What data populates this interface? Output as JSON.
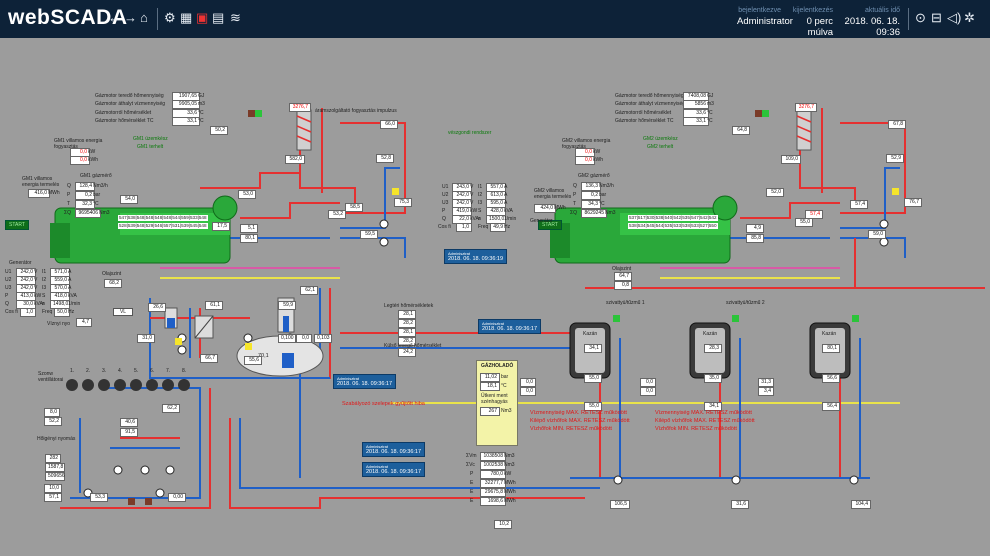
{
  "app": {
    "logo": "webSCADA"
  },
  "toolbar": {
    "nav_icons": [
      "←",
      "→",
      "⌂"
    ],
    "tool_icons": [
      "⚙",
      "▦",
      "▣",
      "▤",
      "≋"
    ],
    "right_icons": [
      "⊙",
      "⊟",
      "◁)",
      "✲"
    ]
  },
  "status": {
    "user_label": "bejelentkezve",
    "user_value": "Administrator",
    "logout_label": "kijelentkezés",
    "logout_value": "0 perc múlva",
    "time_label": "aktuális idő",
    "time_value": "2018. 06. 18. 09:36"
  },
  "left_unit": {
    "gas": [
      {
        "label": "Gázmotor teredő hőmennyiség",
        "value": "1907,65",
        "unit": "GJ"
      },
      {
        "label": "Gázmotor áthalyt vízmennyiség",
        "value": "9905,05",
        "unit": "m3"
      },
      {
        "label": "Gázmotorról hőmérséklet",
        "value": "33,6",
        "unit": "°C"
      },
      {
        "label": "Gázmotor hőmérséklet TC",
        "value": "33,1",
        "unit": "°C"
      }
    ],
    "energy_title": "GM1 villamos energia fogyasztás",
    "energy": [
      {
        "value": "0,0",
        "unit": "kW"
      },
      {
        "value": "0,0",
        "unit": "kWh"
      }
    ],
    "state1": "GM1 üzemkész",
    "state2": "GM1 terhelt",
    "produce_title": "GM1 villamos energia termelés",
    "produce_value": "416,0",
    "produce_unit": "MWh",
    "gm_title": "GM1 gázmérő",
    "gm": [
      {
        "k": "Q",
        "v": "128,4",
        "u": "Nm3/h"
      },
      {
        "k": "P",
        "v": "0,2",
        "u": "bar"
      },
      {
        "k": "T",
        "v": "32,3",
        "u": "°C"
      },
      {
        "k": "ΣQ",
        "v": "9695406",
        "u": "Nm3"
      }
    ],
    "gen_title": "Generátor",
    "gen": [
      {
        "a": "U1",
        "av": "242,0",
        "au": "V",
        "b": "I1",
        "bv": "571,0",
        "bu": "A"
      },
      {
        "a": "U2",
        "av": "242,0",
        "au": "V",
        "b": "I2",
        "bv": "559,0",
        "bu": "A"
      },
      {
        "a": "U3",
        "av": "242,0",
        "au": "V",
        "b": "I3",
        "bv": "570,0",
        "bu": "A"
      },
      {
        "a": "P",
        "av": "413,0",
        "au": "kW",
        "b": "S",
        "bv": "418,0",
        "bu": "kVA"
      },
      {
        "a": "Q",
        "av": "30,0",
        "au": "kVAr",
        "b": "n",
        "bv": "1498,0",
        "bu": "1/min"
      },
      {
        "a": "Cos fi",
        "av": "1,0",
        "au": "",
        "b": "Freq",
        "bv": "50,0",
        "bu": "Hz"
      }
    ],
    "start_label": "START",
    "cyl_a": [
      "547",
      "538",
      "548",
      "548",
      "548",
      "548",
      "544",
      "559",
      "533",
      "548"
    ],
    "cyl_b": [
      "528",
      "539",
      "548",
      "529",
      "546",
      "557",
      "531",
      "539",
      "545",
      "548"
    ],
    "t_exhaust": "3276,7",
    "t_fvr": "582,0",
    "t66": "66,0",
    "t52": "52,8",
    "t75": "75,3",
    "t53": "53,2",
    "t59": "59,5",
    "freq_hv": "50,2",
    "tvalues": [
      "53,0",
      "17,5",
      "5,1",
      "80,1",
      "54,0",
      "58,5"
    ],
    "notice": "áramszolgáltató fogyasztás impulzus",
    "olajszint": "68,2",
    "olaj_lbl": "Olajszint"
  },
  "right_unit": {
    "gas": [
      {
        "label": "Gázmotor teredő hőmennyiség",
        "value": "7408,08",
        "unit": "GJ"
      },
      {
        "label": "Gázmotor áthalyt vízmennyiség",
        "value": "5856",
        "unit": "m3"
      },
      {
        "label": "Gázmotorról hőmérséklet",
        "value": "33,6",
        "unit": "°C"
      },
      {
        "label": "Gázmotor hőmérséklet TC",
        "value": "33,1",
        "unit": "°C"
      }
    ],
    "energy_title": "GM2 villamos energia fogyasztás",
    "energy": [
      {
        "value": "0,0",
        "unit": "kW"
      },
      {
        "value": "0,0",
        "unit": "kWh"
      }
    ],
    "state1": "GM2 üzemkész",
    "state2": "GM2 terhelt",
    "produce_title": "GM2 villamos energia termelés",
    "produce_value": "424,0",
    "produce_unit": "MWh",
    "gm_title": "GM2 gázmérő",
    "gm": [
      {
        "k": "Q",
        "v": "136,3",
        "u": "Nm3/h"
      },
      {
        "k": "P",
        "v": "0,2",
        "u": "bar"
      },
      {
        "k": "T",
        "v": "34,3",
        "u": "°C"
      },
      {
        "k": "ΣQ",
        "v": "8629245",
        "u": "Nm3"
      }
    ],
    "gen_title": "Generátor",
    "gen": [
      {
        "a": "U1",
        "av": "243,0",
        "au": "V",
        "b": "I1",
        "bv": "557,0",
        "bu": "A"
      },
      {
        "a": "U2",
        "av": "242,0",
        "au": "V",
        "b": "I2",
        "bv": "613,0",
        "bu": "A"
      },
      {
        "a": "U3",
        "av": "242,0",
        "au": "V",
        "b": "I3",
        "bv": "595,0",
        "bu": "A"
      },
      {
        "a": "P",
        "av": "419,0",
        "au": "kW",
        "b": "S",
        "bv": "428,0",
        "bu": "kVA"
      },
      {
        "a": "Q",
        "av": "22,0",
        "au": "kVAr",
        "b": "n",
        "bv": "1500,0",
        "bu": "1/min"
      },
      {
        "a": "Cos fi",
        "av": "1,0",
        "au": "",
        "b": "Freq",
        "bv": "49,9",
        "bu": "Hz"
      }
    ],
    "start_label": "START",
    "cyl_a": [
      "537",
      "517",
      "530",
      "538",
      "540",
      "542",
      "535",
      "547",
      "542",
      "542"
    ],
    "cyl_b": [
      "538",
      "534",
      "545",
      "544",
      "535",
      "533",
      "538",
      "533",
      "527",
      "550"
    ],
    "t_exhaust": "3276,7",
    "t_fvr": "109,0",
    "t67": "67,8",
    "t52": "52,9",
    "t76": "76,7",
    "t57": "57,4",
    "t59": "59,0",
    "freq_hv": "64,8",
    "tvalues": [
      "52,0",
      "4,9",
      "55,0",
      "85,8",
      "57,4"
    ],
    "olajszint": "64,7",
    "olaj_lbl": "Olajszint",
    "olaj2": "0,8"
  },
  "middle": {
    "notice": "vészgondi rendszer",
    "temps_title": "Legtéri hőmérsékletek",
    "temps": [
      "28,1",
      "28,2",
      "28,1",
      "28,2"
    ],
    "outside_label": "Külső levegő hőmérséklet",
    "outside": "24,2"
  },
  "hydraulics": {
    "vl": "VL",
    "t61": "61,1",
    "t62": "62,1",
    "tank_level": "70,1",
    "tank_temp": "59,9",
    "p1": "0,100",
    "p2": "0,0",
    "flow": "0,103",
    "t26": "26,6",
    "t31": "31,0",
    "t66": "66,7",
    "t55": "55,6",
    "p47": "4,7",
    "press_lbl": "Víznyi nyo",
    "cooler_lbl": "Szonw ventillátorai",
    "fans": [
      "1.",
      "2.",
      "3.",
      "4.",
      "5.",
      "6.",
      "7.",
      "8."
    ],
    "t82": "62,2",
    "p80": "8,0",
    "t52": "52,2",
    "flow_title": "Hőigényi nyomás",
    "flow_a": "40,6",
    "flow_b": "91,5",
    "tflow": "282",
    "hours": "1587,8",
    "gj": "509656",
    "p10": "10,0",
    "t57": "57,1",
    "t53": "53,3",
    "pv": "0,00",
    "notice_red": "Szabályozó szelepek gyűjtőtt hiba"
  },
  "boilers": {
    "gaz_title": "GÁZHOLADÓ",
    "gaz": [
      "11,02",
      "18,1",
      "267"
    ],
    "gaz_units": [
      "bar",
      "°C",
      "Nm3"
    ],
    "gaz_lbl": "Ütkeni ment szénhagyás",
    "meter": [
      {
        "k": "ΣVm",
        "v": "1038508",
        "u": "Nm3"
      },
      {
        "k": "ΣVc",
        "v": "1002538",
        "u": "Nm3"
      },
      {
        "k": "P",
        "v": "780,0",
        "u": "kW"
      },
      {
        "k": "E",
        "v": "32277,7",
        "u": "MWh"
      },
      {
        "k": "E",
        "v": "29675,8",
        "u": "MWh"
      },
      {
        "k": "E",
        "v": "1698,6",
        "u": "MWh"
      }
    ],
    "sz1": "106,5",
    "sz2": "31,6",
    "sz3": "104,4",
    "p102": "10,2",
    "flame": [
      "Kazán",
      "Kazán",
      "Kazán"
    ],
    "b1": {
      "t_top": "34,1",
      "t_in": "55,0",
      "t_out": "55,0"
    },
    "b2": {
      "t_top": "28,3",
      "t_in": "35,0",
      "t_out": "34,1"
    },
    "b3": {
      "t_top": "80,1",
      "t_in": "56,6",
      "t_out": "56,4"
    },
    "kv_vals": [
      "0,0",
      "0,0",
      "0,0",
      "0,0",
      "31,3",
      "3,4"
    ],
    "alarms1": [
      "Vízmennyiség MAX. RETESZ működött",
      "Kilépő vízhőfok MAX. RETESZ működött",
      "Vízhőfok MIN. RETESZ működött"
    ],
    "alarms2": [
      "Vízmennyiség MAX. RETESZ működött",
      "Kilépő vízhőfok MAX. RETESZ működött",
      "Vízhőfok MIN. RETESZ működött"
    ],
    "szelep1": "szivattyú/tűzmű 1",
    "szelep2": "szivattyú/tűzmű 2"
  },
  "alarms": [
    {
      "line1": "Adminisztrat",
      "line2": "2018. 06. 18. 09:36:19"
    },
    {
      "line1": "Adminisztrat",
      "line2": "2018. 06. 18. 09:36:17"
    },
    {
      "line1": "Adminisztrat",
      "line2": "2018. 06. 18. 09:36:17"
    },
    {
      "line1": "Adminisztrat",
      "line2": "2018. 06. 18. 09:36:17"
    },
    {
      "line1": "Adminisztrat",
      "line2": "2018. 06. 18. 09:36:17"
    }
  ],
  "colors": {
    "header": "#0d2238",
    "pipe_red": "#e53030",
    "pipe_blue": "#1f5fc7",
    "pipe_yellow": "#e9e34a",
    "engine": "#2aa83a"
  }
}
